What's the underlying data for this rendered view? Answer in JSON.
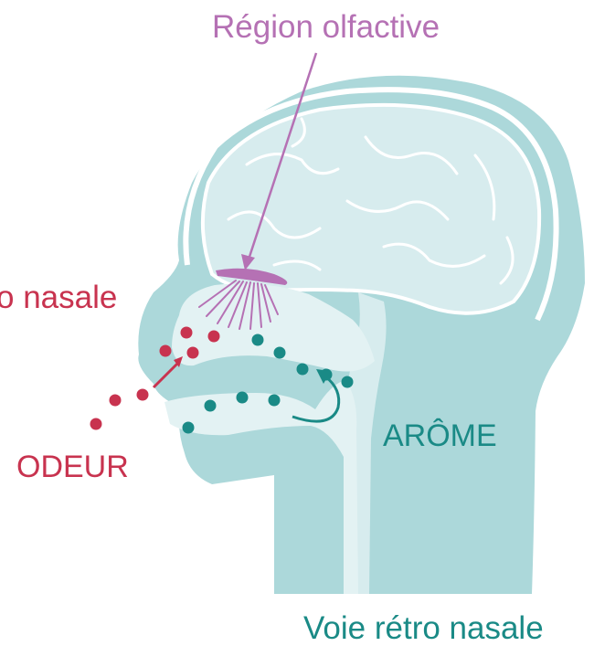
{
  "labels": {
    "olfactory_region": "Région olfactive",
    "ortho_nasal": "o nasale",
    "odor": "ODEUR",
    "aroma": "ARÔME",
    "retro_nasal": "Voie rétro nasale"
  },
  "colors": {
    "head_fill": "#acd8da",
    "brain_fill": "#d7ecee",
    "brain_outline": "#ffffff",
    "cavity_fill": "#e3f2f3",
    "olfactory": "#b571b4",
    "odor": "#c8334f",
    "aroma": "#1a8a86"
  }
}
